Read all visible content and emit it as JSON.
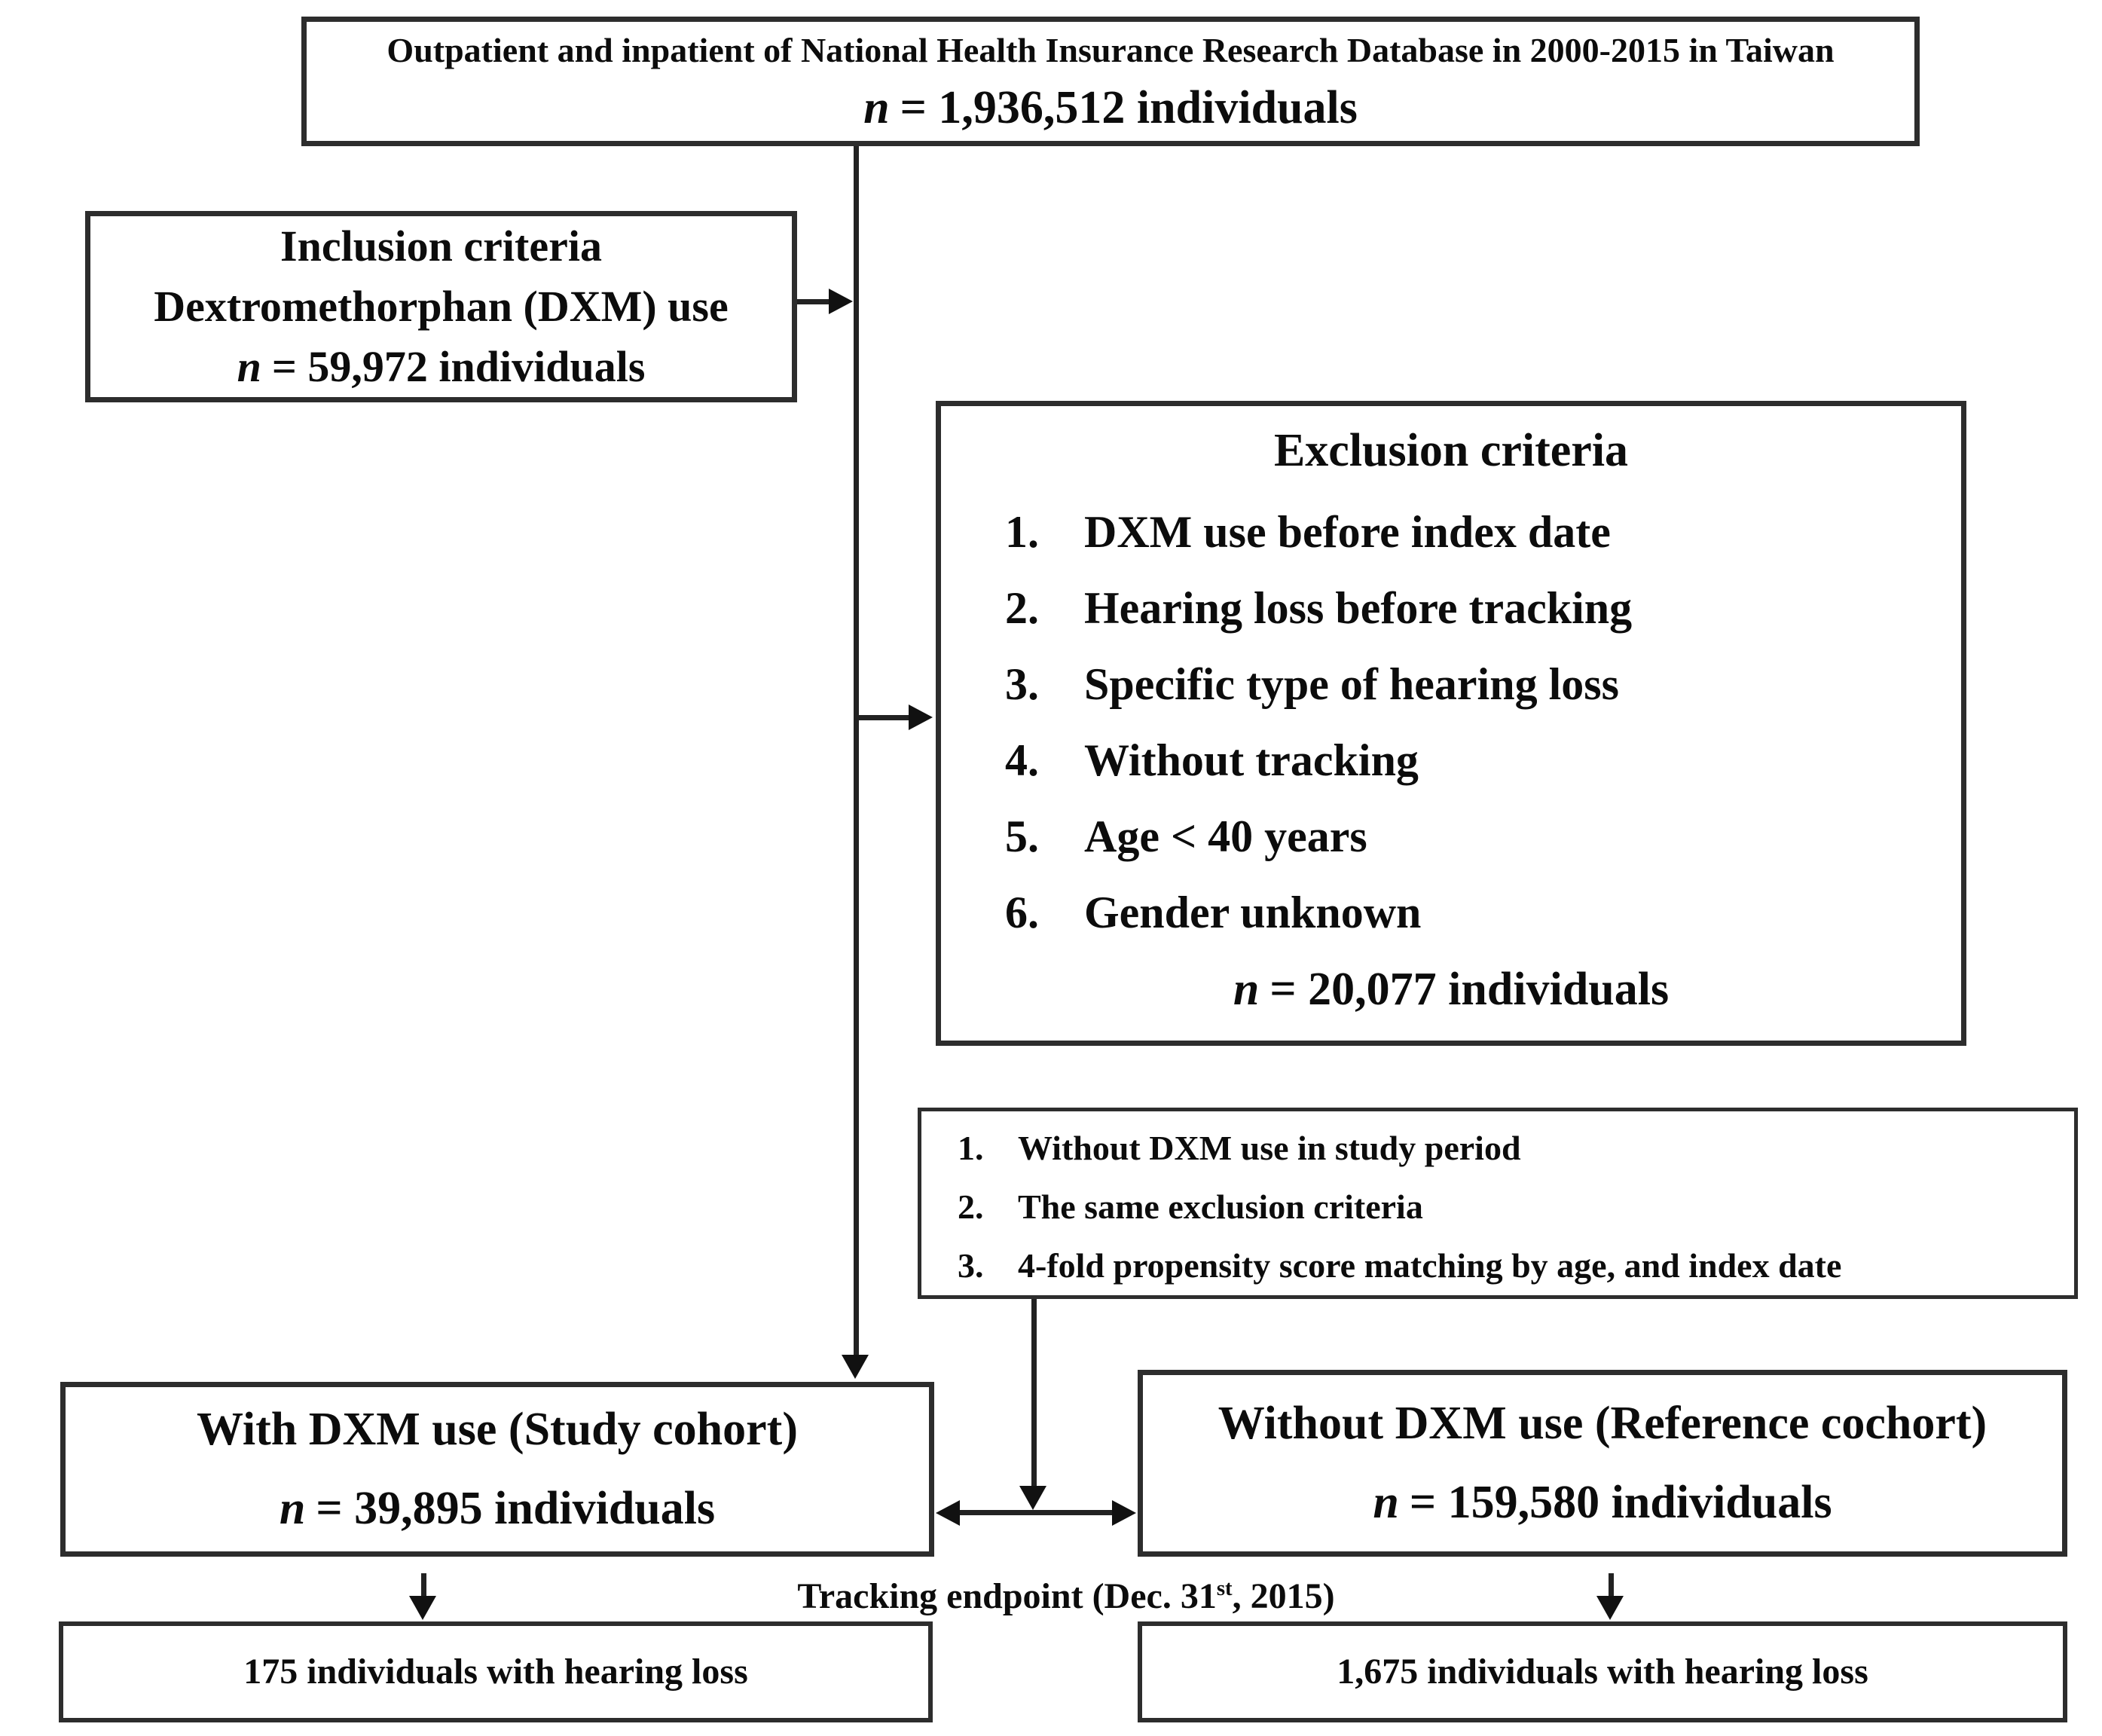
{
  "palette": {
    "background": "#ffffff",
    "border_color": "#2d2d2d",
    "text_color": "#0c0c0c",
    "line_color": "#222222"
  },
  "top_box": {
    "line1": "Outpatient and inpatient of National Health Insurance Research Database in 2000-2015 in Taiwan",
    "n_label": "n",
    "n_value": "= 1,936,512 individuals"
  },
  "inclusion_box": {
    "line1": "Inclusion criteria",
    "line2": "Dextromethorphan (DXM) use",
    "n_label": "n",
    "n_value": "= 59,972 individuals"
  },
  "exclusion_box": {
    "title": "Exclusion criteria",
    "items": [
      {
        "num": "1.",
        "text": "DXM use before index date"
      },
      {
        "num": "2.",
        "text": "Hearing loss before tracking"
      },
      {
        "num": "3.",
        "text": "Specific type of hearing loss"
      },
      {
        "num": "4.",
        "text": "Without tracking"
      },
      {
        "num": "5.",
        "text": "Age < 40 years"
      },
      {
        "num": "6.",
        "text": "Gender unknown"
      }
    ],
    "n_label": "n",
    "n_value": "= 20,077 individuals"
  },
  "matching_box": {
    "items": [
      {
        "num": "1.",
        "text": "Without DXM use in study period"
      },
      {
        "num": "2.",
        "text": "The same exclusion criteria"
      },
      {
        "num": "3.",
        "text": "4-fold propensity score matching by age, and index date"
      }
    ]
  },
  "study_cohort_box": {
    "line1": "With DXM use (Study cohort)",
    "n_label": "n",
    "n_value": "= 39,895 individuals"
  },
  "reference_cohort_box": {
    "line1": "Without DXM use (Reference cochort)",
    "n_label": "n",
    "n_value": "= 159,580 individuals"
  },
  "tracking_label": {
    "pre": "Tracking endpoint (Dec. 31",
    "sup": "st",
    "post": ", 2015)"
  },
  "study_outcome_box": {
    "text": "175 individuals with hearing loss"
  },
  "reference_outcome_box": {
    "text": "1,675 individuals with hearing loss"
  }
}
